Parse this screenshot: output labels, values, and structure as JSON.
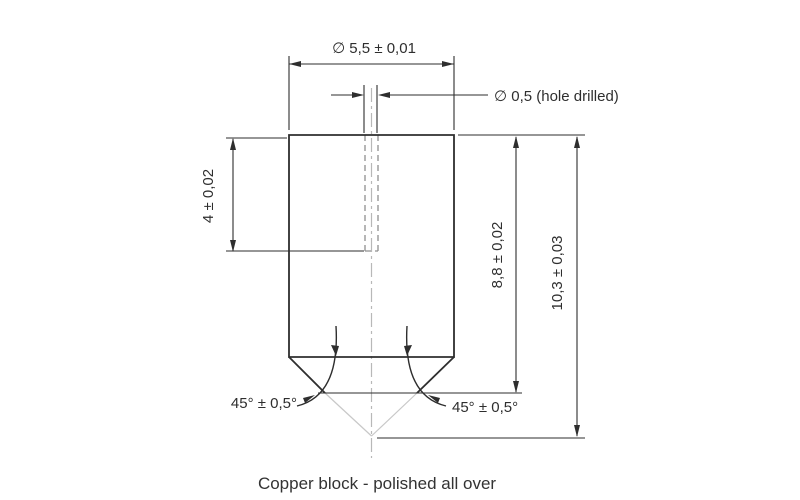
{
  "drawing": {
    "caption": "Copper block - polished all over",
    "dimensions": {
      "outer_diameter": "∅ 5,5 ± 0,01",
      "hole_diameter": "∅ 0,5 (hole drilled)",
      "hole_depth": "4 ± 0,02",
      "shoulder_height": "8,8 ± 0,02",
      "total_height": "10,3 ± 0,03",
      "chamfer_angle_left": "45° ± 0,5°",
      "chamfer_angle_right": "45° ± 0,5°"
    },
    "part": {
      "material": "Copper",
      "finish": "polished all over"
    },
    "colors": {
      "line": "#2e2e2e",
      "hidden_line": "#8f8f8f",
      "centerline": "#b8b8b8",
      "construction": "#c8c8c8",
      "background": "#ffffff"
    }
  }
}
